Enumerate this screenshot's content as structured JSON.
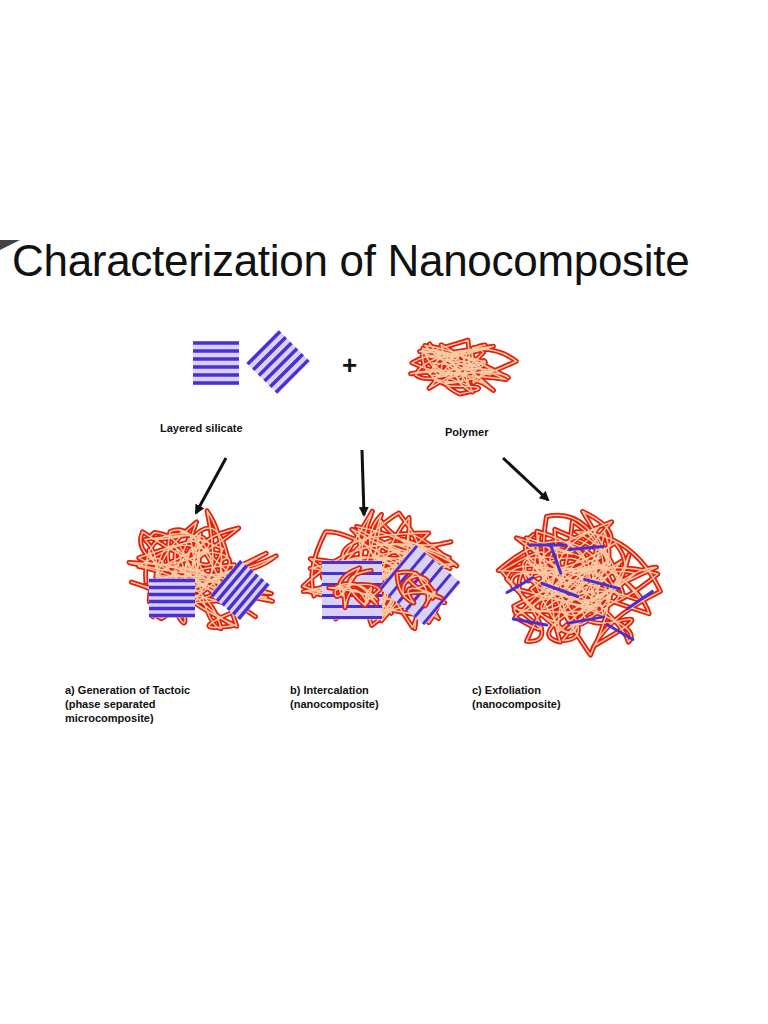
{
  "diagram": {
    "title": "Characterization of Nanocomposite",
    "labels": [
      "+",
      "Layered silicate",
      "Polymer",
      "a) Generation of Tactoic (phase separated microcomposite)",
      "b) Intercalation (nanocomposite)",
      "c) Exfoliation (nanocomposite)"
    ]
  }
}
